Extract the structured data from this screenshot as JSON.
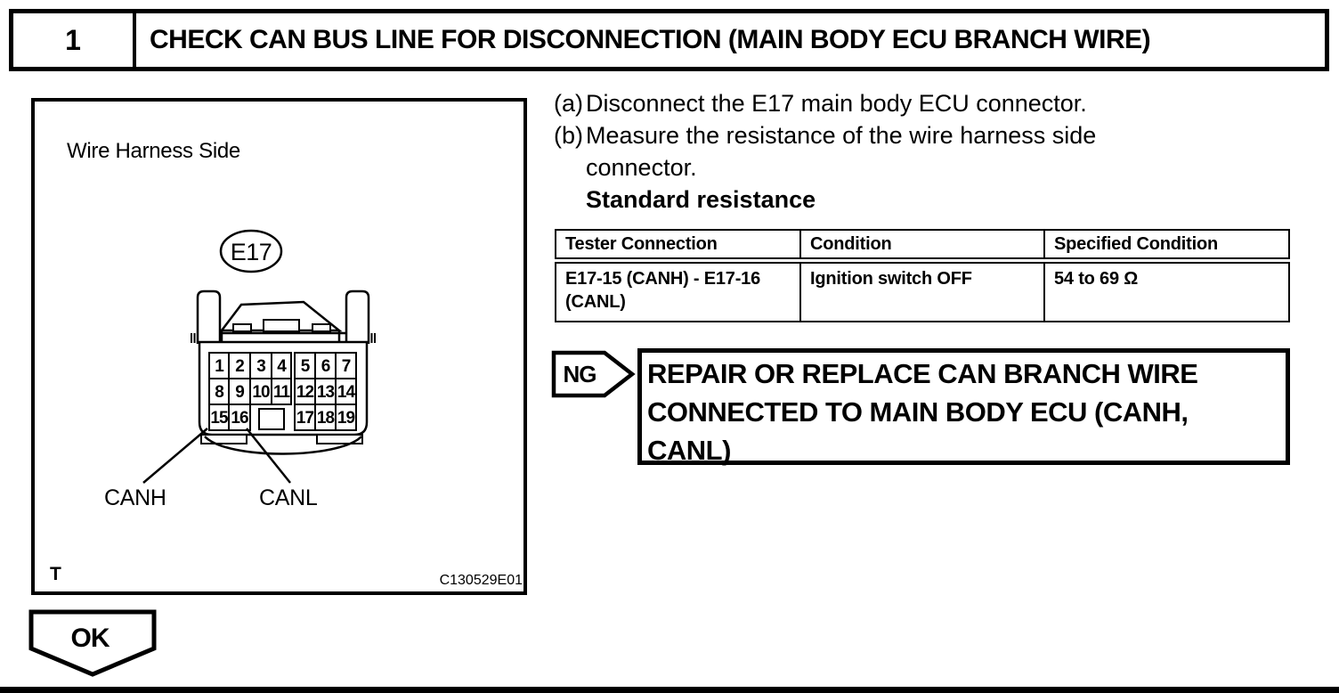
{
  "header": {
    "step_number": "1",
    "title": "CHECK CAN BUS LINE FOR DISCONNECTION (MAIN BODY ECU BRANCH WIRE)"
  },
  "figure": {
    "caption": "Wire Harness Side",
    "connector_label": "E17",
    "pins": [
      "1",
      "2",
      "3",
      "4",
      "5",
      "6",
      "7",
      "8",
      "9",
      "10",
      "11",
      "12",
      "13",
      "14",
      "15",
      "16",
      "17",
      "18",
      "19"
    ],
    "canh_label": "CANH",
    "canl_label": "CANL",
    "corner_mark": "T",
    "figure_code": "C130529E01"
  },
  "instructions": {
    "step_a_label": "(a)",
    "step_a_text": "Disconnect the E17 main body ECU connector.",
    "step_b_label": "(b)",
    "step_b_text": "Measure the resistance of the wire harness side\nconnector.",
    "subheading": "Standard resistance"
  },
  "resistance_table": {
    "headers": [
      "Tester Connection",
      "Condition",
      "Specified Condition"
    ],
    "rows": [
      [
        "E17-15 (CANH) - E17-16\n(CANL)",
        "Ignition switch OFF",
        "54 to 69 Ω"
      ]
    ]
  },
  "decision": {
    "ng_label": "NG",
    "ng_result": "REPAIR OR REPLACE CAN BRANCH WIRE\nCONNECTED TO MAIN BODY ECU (CANH,\nCANL)",
    "ok_label": "OK"
  },
  "colors": {
    "ink": "#000000",
    "paper": "#ffffff"
  }
}
